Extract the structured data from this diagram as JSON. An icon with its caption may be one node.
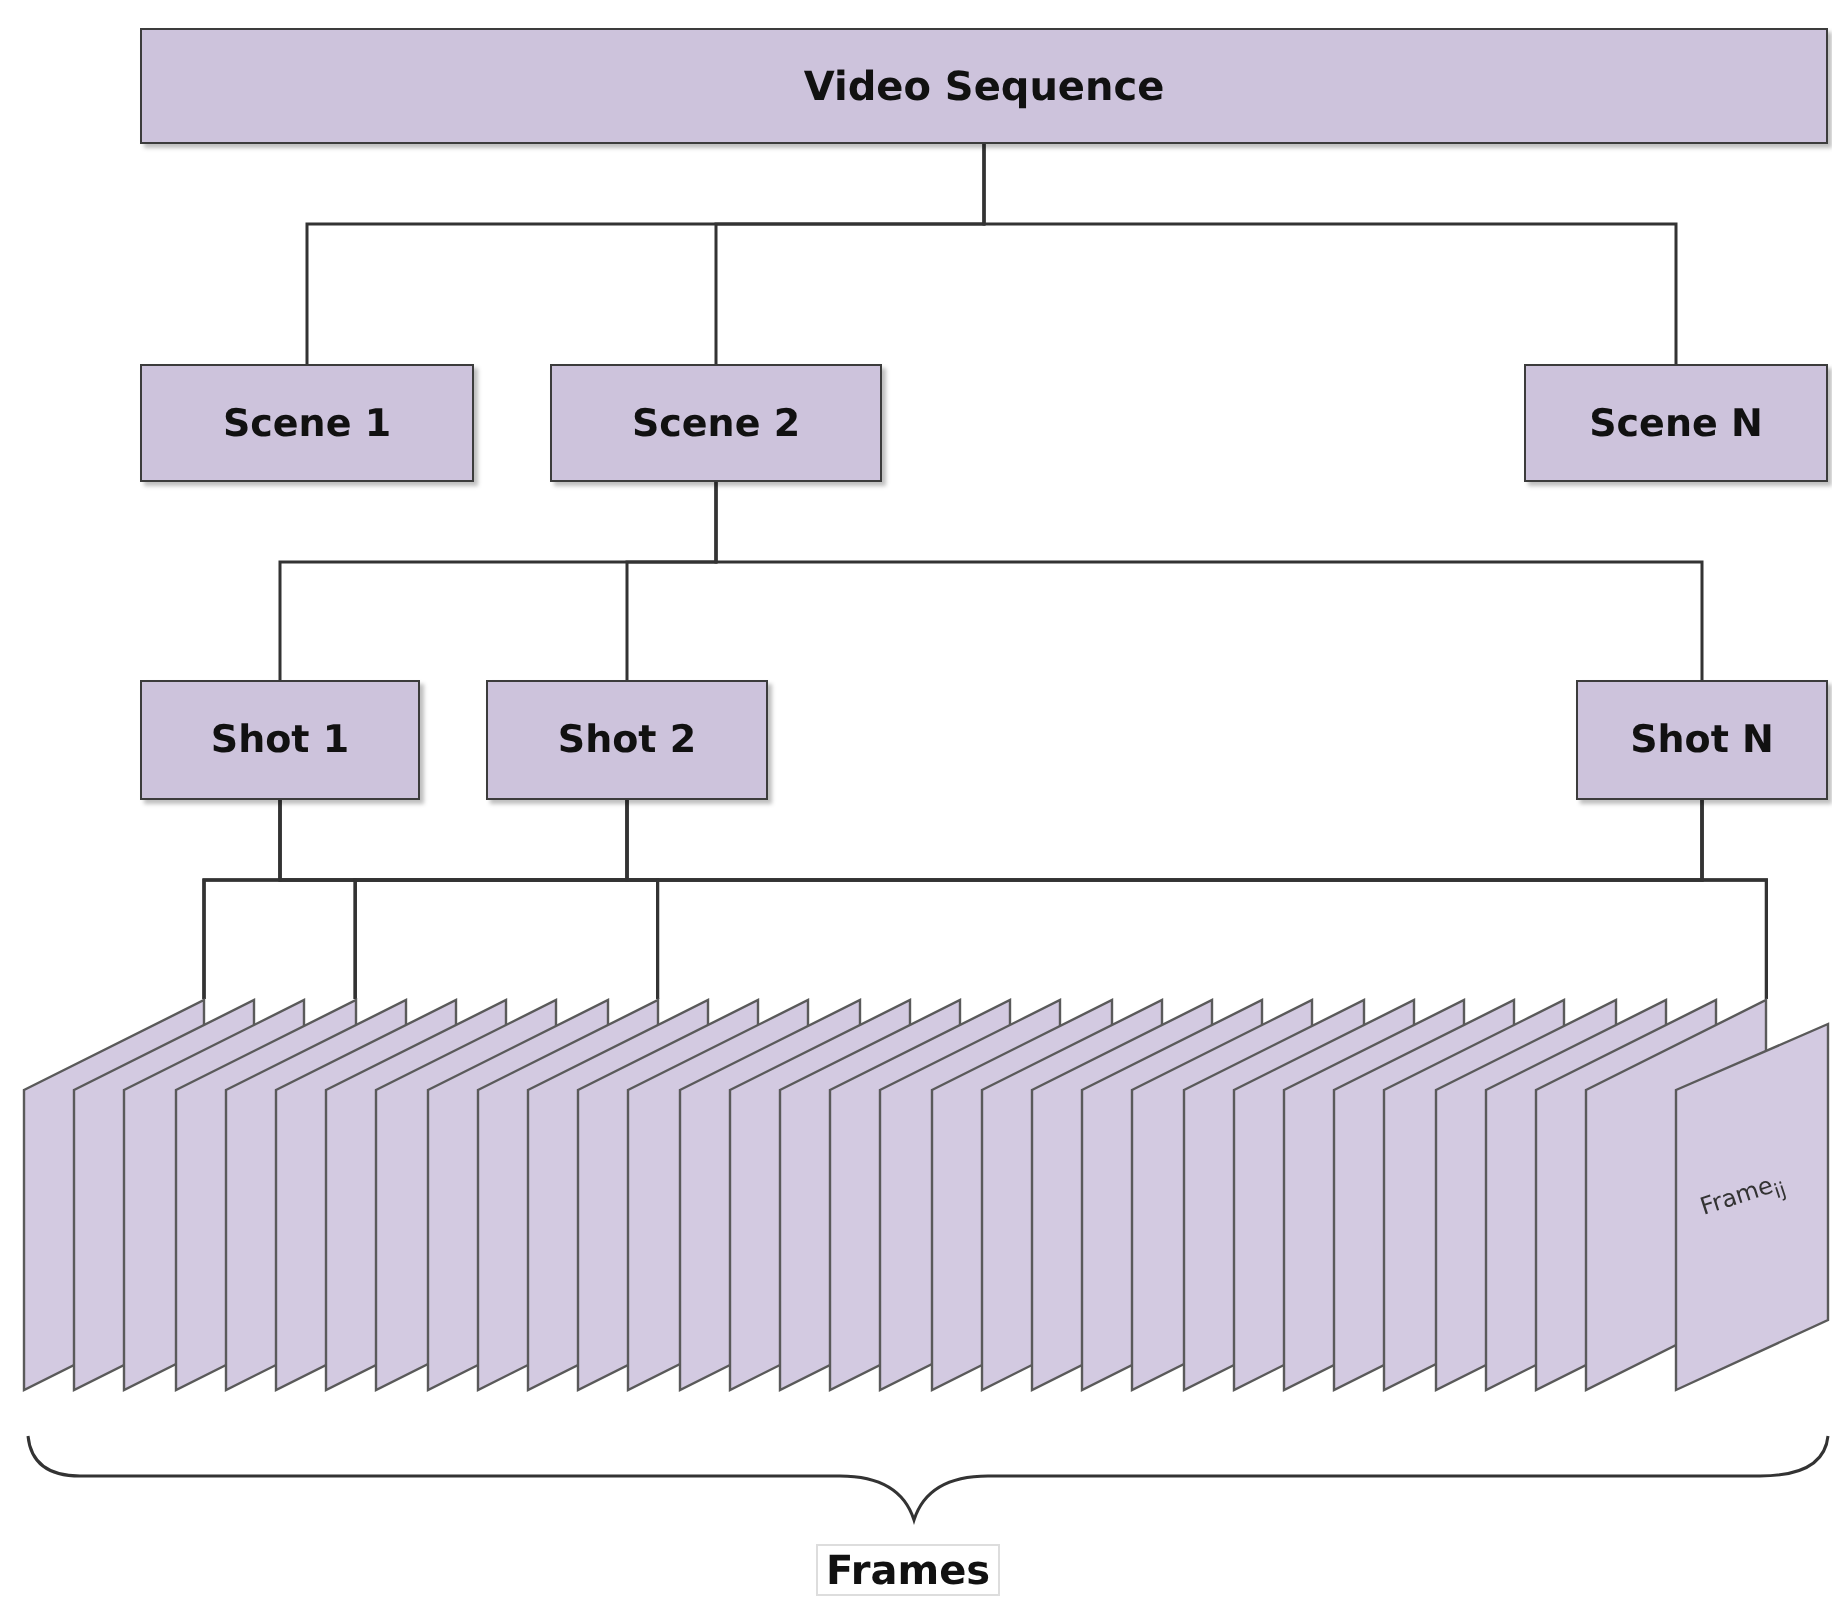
{
  "diagram": {
    "nodes": [
      {
        "text": [
          "Video Sequence"
        ]
      },
      {
        "text": [
          "Scene 1"
        ]
      },
      {
        "text": [
          "Scene 2"
        ]
      },
      {
        "text": [
          "Scene N"
        ]
      },
      {
        "text": [
          "Shot 1"
        ]
      },
      {
        "text": [
          "Shot 2"
        ]
      },
      {
        "text": [
          "Shot N"
        ]
      },
      {
        "text": [],
        "shape": "parallelogram"
      },
      {
        "text": [],
        "shape": "parallelogram"
      },
      {
        "text": [],
        "shape": "parallelogram"
      },
      {
        "text": [],
        "shape": "parallelogram"
      },
      {
        "text": [],
        "shape": "parallelogram"
      },
      {
        "text": [],
        "shape": "parallelogram"
      },
      {
        "text": [],
        "shape": "parallelogram"
      },
      {
        "text": [],
        "shape": "parallelogram"
      },
      {
        "text": [],
        "shape": "parallelogram"
      },
      {
        "text": [],
        "shape": "parallelogram"
      },
      {
        "text": [],
        "shape": "parallelogram"
      },
      {
        "text": [],
        "shape": "parallelogram"
      },
      {
        "text": [],
        "shape": "parallelogram"
      },
      {
        "text": [],
        "shape": "parallelogram"
      },
      {
        "text": [],
        "shape": "parallelogram"
      },
      {
        "text": [],
        "shape": "parallelogram"
      },
      {
        "text": [],
        "shape": "parallelogram"
      },
      {
        "text": [],
        "shape": "parallelogram"
      },
      {
        "text": [],
        "shape": "parallelogram"
      },
      {
        "text": [],
        "shape": "parallelogram"
      },
      {
        "text": [],
        "shape": "parallelogram"
      },
      {
        "text": [],
        "shape": "parallelogram"
      },
      {
        "text": [],
        "shape": "parallelogram"
      },
      {
        "text": [],
        "shape": "parallelogram"
      },
      {
        "text": [],
        "shape": "parallelogram"
      },
      {
        "text": [],
        "shape": "parallelogram"
      },
      {
        "text": [],
        "shape": "parallelogram"
      },
      {
        "text": [],
        "shape": "parallelogram"
      },
      {
        "text": [],
        "shape": "parallelogram"
      },
      {
        "text": [],
        "shape": "parallelogram"
      },
      {
        "text": [],
        "shape": "parallelogram"
      },
      {
        "text": [],
        "shape": "parallelogram"
      },
      {
        "text": [
          "Frame$_{ij}$"
        ]
      }
    ],
    "edges": [
      {
        "from": 0,
        "to": 1,
        "arrow": "none"
      },
      {
        "from": 0,
        "to": 2,
        "arrow": "none"
      },
      {
        "from": 0,
        "to": 3,
        "arrow": "none"
      },
      {
        "from": 2,
        "to": 4,
        "arrow": "none"
      },
      {
        "from": 2,
        "to": 5,
        "arrow": "none"
      },
      {
        "from": 2,
        "to": 6,
        "arrow": "none"
      },
      {
        "from": 4,
        "to": 7,
        "arrow": "none"
      },
      {
        "from": 4,
        "to": 10,
        "arrow": "none"
      },
      {
        "from": 4,
        "to": 16,
        "arrow": "none"
      },
      {
        "from": 4,
        "to": 38,
        "arrow": "none"
      },
      {
        "from": 5,
        "to": 7,
        "arrow": "none"
      },
      {
        "from": 5,
        "to": 10,
        "arrow": "none"
      },
      {
        "from": 5,
        "to": 16,
        "arrow": "none"
      },
      {
        "from": 5,
        "to": 38,
        "arrow": "none"
      },
      {
        "from": 6,
        "to": 7,
        "arrow": "none"
      },
      {
        "from": 6,
        "to": 10,
        "arrow": "none"
      },
      {
        "from": 6,
        "to": 16,
        "arrow": "none"
      },
      {
        "from": 6,
        "to": 38,
        "arrow": "none"
      }
    ],
    "labels": [
      "Frames"
    ]
  }
}
